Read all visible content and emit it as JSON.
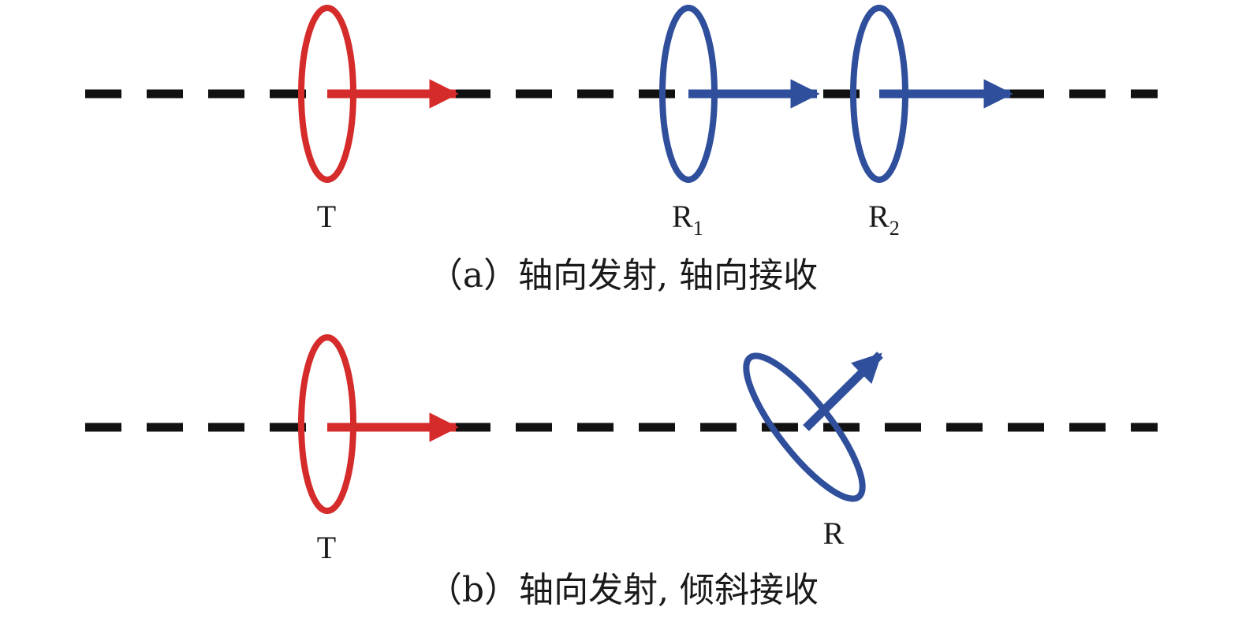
{
  "colors": {
    "transmitter": "#d52b2b",
    "receiver": "#2f4f9c",
    "axis": "#111111"
  },
  "panel_a": {
    "transmitter_label": "T",
    "receiver1_label": "R",
    "receiver1_sub": "1",
    "receiver2_label": "R",
    "receiver2_sub": "2",
    "caption": "（a）轴向发射, 轴向接收"
  },
  "panel_b": {
    "transmitter_label": "T",
    "receiver_label": "R",
    "caption": "（b）轴向发射, 倾斜接收"
  }
}
